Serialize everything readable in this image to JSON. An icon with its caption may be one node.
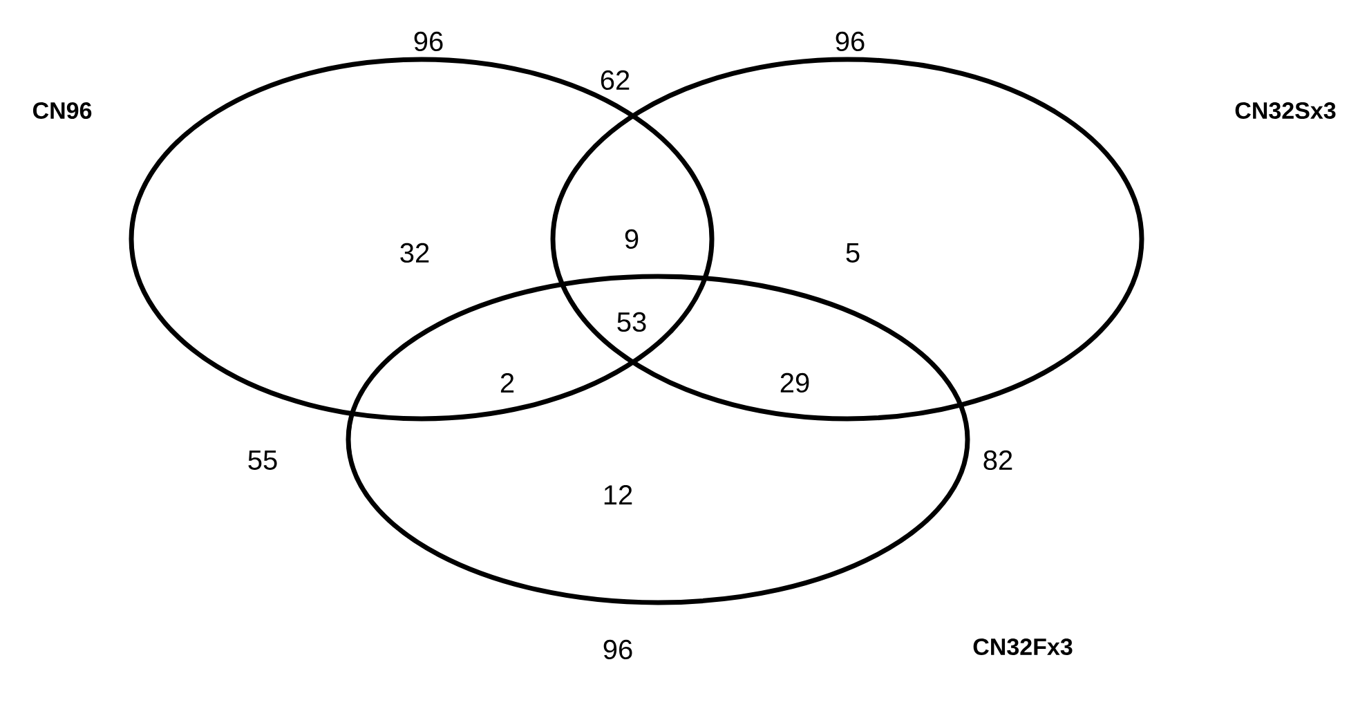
{
  "diagram": {
    "nodes": [
      {
        "text": [
          "CN96"
        ]
      },
      {
        "text": [
          "CN32Sx3"
        ]
      },
      {
        "text": [
          "CN32Fx3"
        ]
      }
    ],
    "labels": [
      "96",
      "62",
      "96",
      "32",
      "9",
      "5",
      "53",
      "2",
      "29",
      "55",
      "12",
      "82",
      "96"
    ]
  }
}
